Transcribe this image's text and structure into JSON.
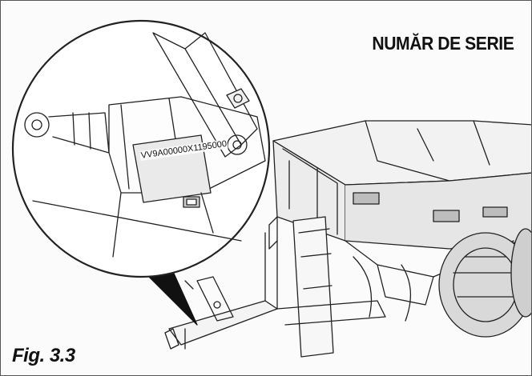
{
  "figure": {
    "title": "NUMĂR DE SERIE",
    "serial_number": "VV9A00000X1195000",
    "caption": "Fig. 3.3"
  }
}
